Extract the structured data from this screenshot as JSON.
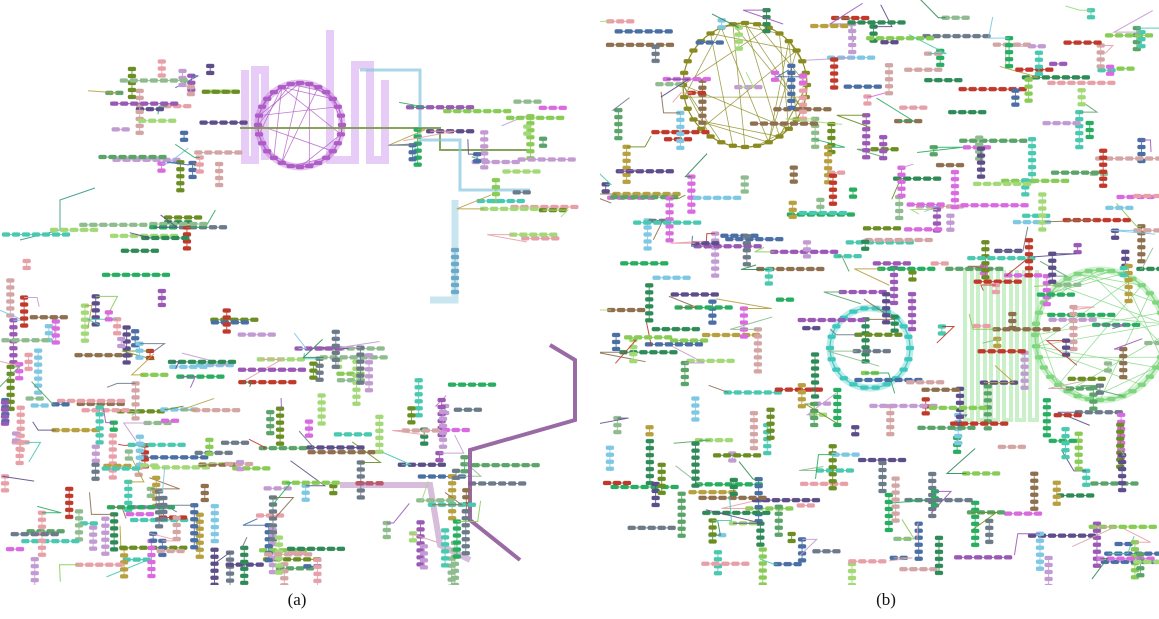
{
  "figure": {
    "panels": [
      {
        "id": "a",
        "label": "(a)"
      },
      {
        "id": "b",
        "label": "(b)"
      }
    ]
  },
  "colors": {
    "palette": [
      "#9b59b6",
      "#d96ae0",
      "#7ec8e3",
      "#5aa469",
      "#6b8e23",
      "#2e8b57",
      "#88cc55",
      "#c0392b",
      "#e8a0a8",
      "#4a6fa5",
      "#8e6f4e",
      "#b8a040",
      "#5d4e8a",
      "#48c9b0",
      "#a3d977",
      "#d4a5a5",
      "#6c7a89",
      "#c39bd3",
      "#27ae60",
      "#8fbc8f"
    ],
    "panel_a_highlight": "#c080e8",
    "panel_a_cycle": "#b05cc8",
    "panel_a_cyan": "#86c6de",
    "panel_b_cycle_top": "#8a8a20",
    "panel_b_cycle_right": "#7fd67f",
    "panel_b_cycle_mid": "#40c8c0"
  }
}
